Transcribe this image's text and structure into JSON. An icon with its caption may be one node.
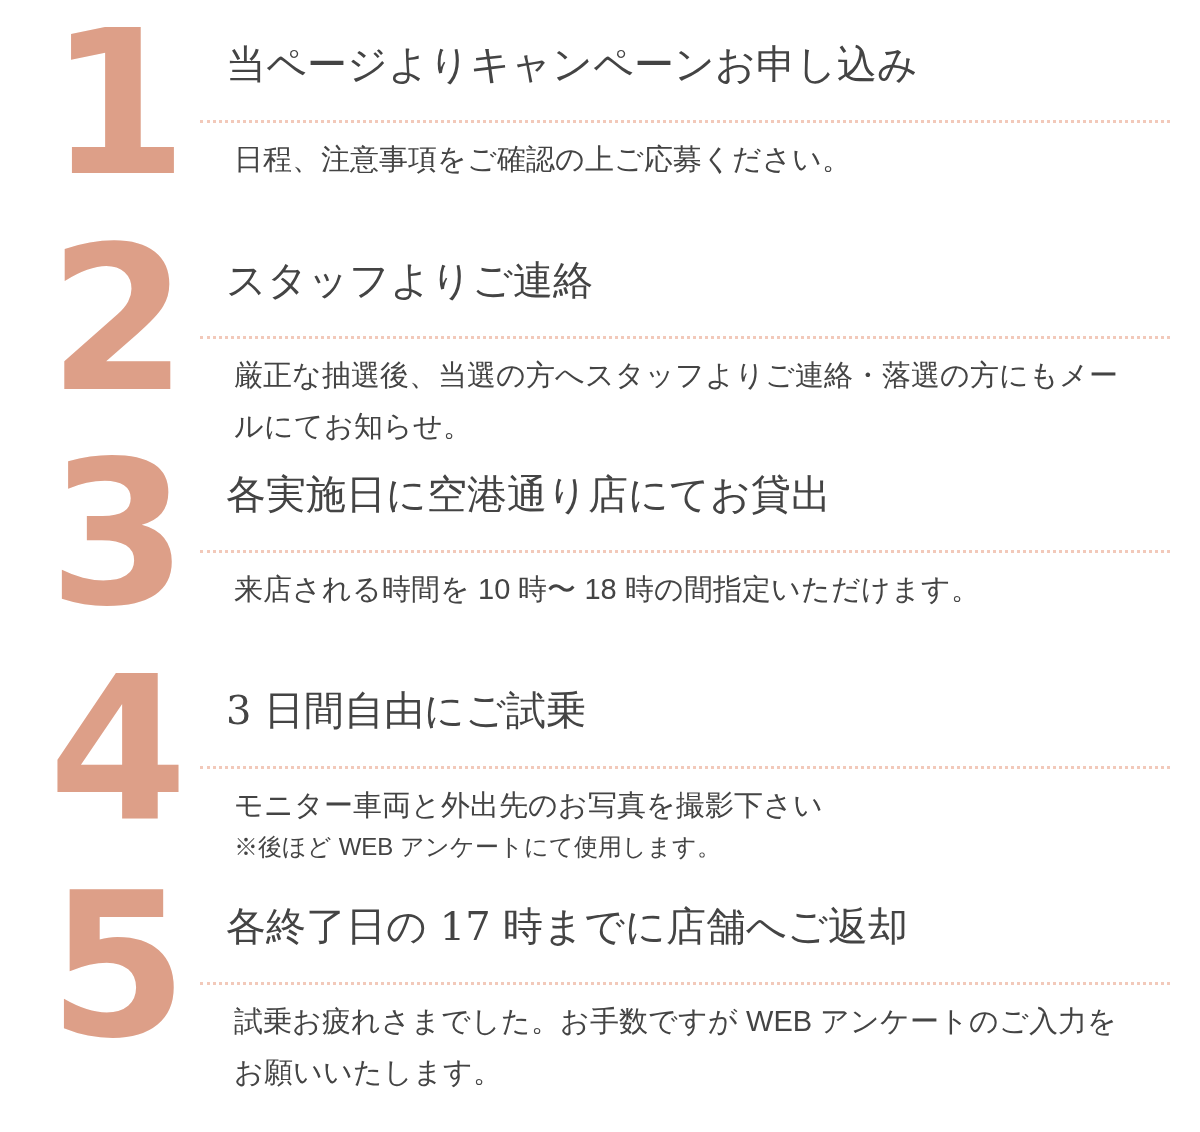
{
  "diagram": {
    "nodes": [
      {
        "text": [
          "1",
          "当ページよりキャンペーンお申し込み",
          "日程、注意事項をご確認の上ご応募ください。"
        ]
      },
      {
        "text": [
          "2",
          "スタッフよりご連絡",
          "厳正な抽選後、当選の方へスタッフよりご連絡・落選の方にもメールにてお知らせ。"
        ]
      },
      {
        "text": [
          "3",
          "各実施日に空港通り店にてお貸出",
          "来店される時間を 10 時〜 18 時の間指定いただけます。"
        ]
      },
      {
        "text": [
          "4",
          "3 日間自由にご試乗",
          "モニター車両と外出先のお写真を撮影下さい",
          "※後ほど WEB アンケートにて使用します。"
        ]
      },
      {
        "text": [
          "5",
          "各終了日の 17 時までに店舗へご返却",
          "試乗お疲れさまでした。お手数ですが WEB アンケートのご入力をお願いいたします。"
        ]
      }
    ]
  }
}
